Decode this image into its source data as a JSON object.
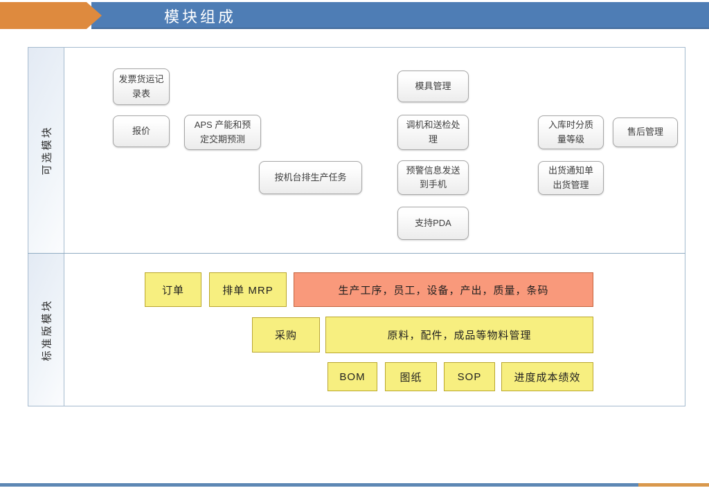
{
  "header": {
    "title": "模块组成"
  },
  "sections": {
    "optional": {
      "label": "可选模块",
      "boxes": [
        "发票货运记录表",
        "报价",
        "APS 产能和预定交期预测",
        "按机台排生产任务",
        "模具管理",
        "调机和送检处理",
        "预警信息发送到手机",
        "支持PDA",
        "入库时分质量等级",
        "售后管理",
        "出货通知单出货管理"
      ]
    },
    "standard": {
      "label": "标准版模块",
      "boxes": [
        "订单",
        "排单 MRP",
        "生产工序，员工，设备，产出，质量，条码",
        "采购",
        "原料，配件，成品等物料管理",
        "BOM",
        "图纸",
        "SOP",
        "进度成本绩效"
      ]
    }
  },
  "colors": {
    "header_blue": "#4e7db5",
    "header_orange": "#de8a3e",
    "table_border": "#a4bace",
    "gray_box_border": "#a6a6a6",
    "yellow_fill": "#f7ef80",
    "yellow_border": "#b9a62b",
    "salmon_fill": "#f9997b",
    "salmon_border": "#c4623c",
    "footer_blue": "#5d87b4",
    "footer_orange": "#d9984c"
  }
}
